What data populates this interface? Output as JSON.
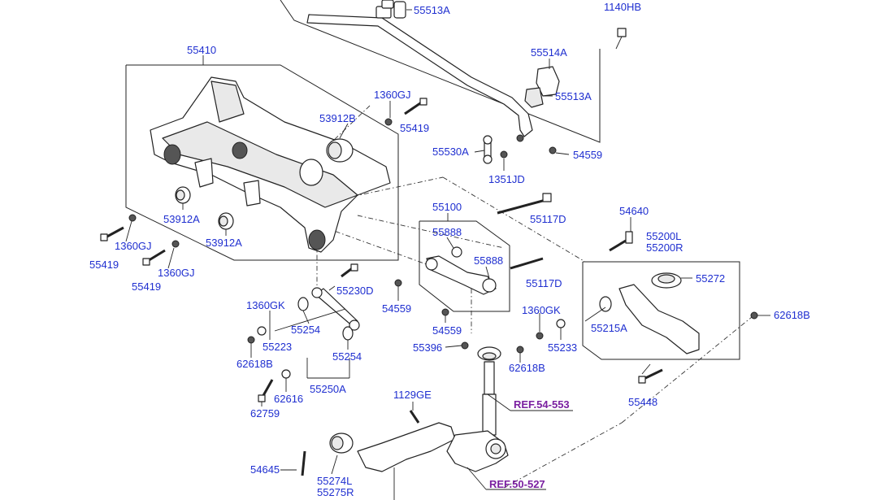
{
  "labels": {
    "p1140HB": "1140HB",
    "p55513A_top": "55513A",
    "p55410": "55410",
    "p55514A": "55514A",
    "p55513A_right": "55513A",
    "p1360GJ_top": "1360GJ",
    "p55419_top": "55419",
    "p53912B": "53912B",
    "p55530A": "55530A",
    "p54559_top": "54559",
    "p1351JD": "1351JD",
    "p55100": "55100",
    "p55117D_top": "55117D",
    "p54640": "54640",
    "p55200L": "55200L",
    "p55200R": "55200R",
    "p53912A_left": "53912A",
    "p1360GJ_left": "1360GJ",
    "p55419_left": "55419",
    "p53912A_mid": "53912A",
    "p1360GJ_mid": "1360GJ",
    "p55419_mid": "55419",
    "p55888_top": "55888",
    "p55888_mid": "55888",
    "p55117D_mid": "55117D",
    "p55272": "55272",
    "p62618B_right": "62618B",
    "p55230D": "55230D",
    "p1360GK_left": "1360GK",
    "p54559_left": "54559",
    "p54559_mid": "54559",
    "p1360GK_mid": "1360GK",
    "p55215A": "55215A",
    "p55254_top": "55254",
    "p55223": "55223",
    "p55233": "55233",
    "p55396": "55396",
    "p62618B_left": "62618B",
    "p55254_bot": "55254",
    "p62618B_mid": "62618B",
    "p55448": "55448",
    "p62616": "62616",
    "p55250A": "55250A",
    "p1129GE": "1129GE",
    "p62759": "62759",
    "p54645": "54645",
    "p55274L": "55274L",
    "p55275R": "55275R"
  },
  "refs": {
    "ref_54_553": "REF.54-553",
    "ref_50_527": "REF.50-527"
  }
}
